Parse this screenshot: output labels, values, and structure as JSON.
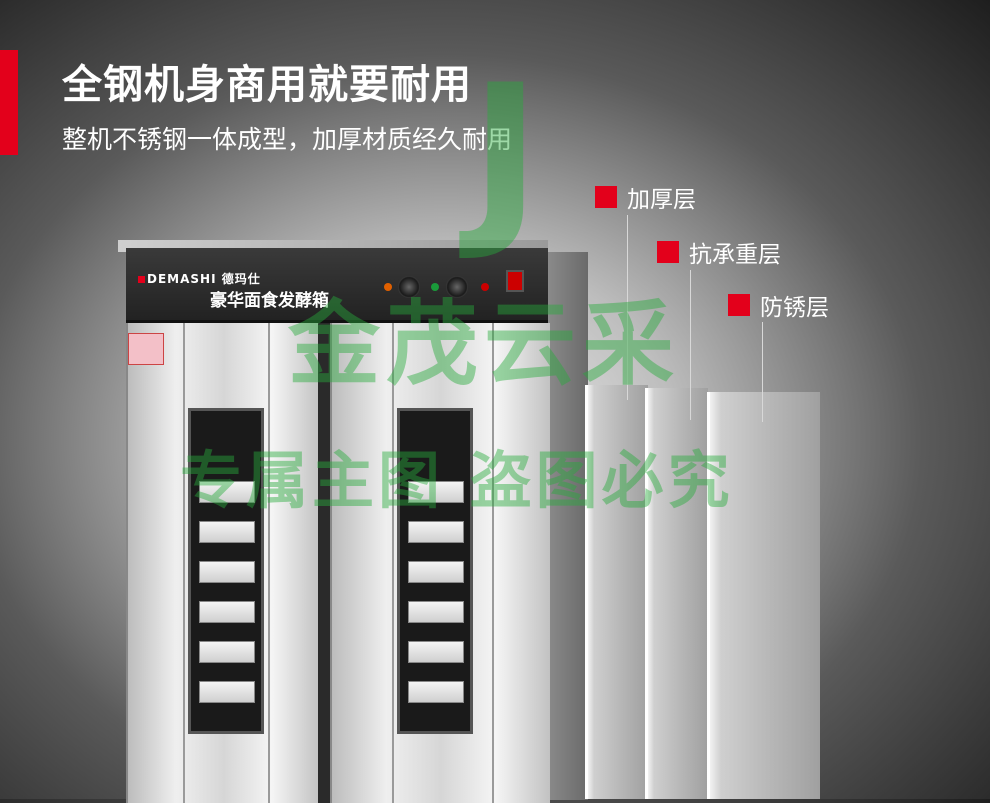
{
  "headline": "全钢机身商用就要耐用",
  "subline": "整机不锈钢一体成型，加厚材质经久耐用",
  "layers": [
    {
      "label": "加厚层"
    },
    {
      "label": "抗承重层"
    },
    {
      "label": "防锈层"
    }
  ],
  "cabinet": {
    "brand": "DEMASHI 德玛仕",
    "model": "豪华面食发酵箱",
    "tray_count_per_window": 6
  },
  "watermark": {
    "logo": "J",
    "line1": "金茂云采",
    "line2": "专属主图 盗图必究"
  },
  "colors": {
    "accent": "#e3001b",
    "text": "#ffffff",
    "watermark": "#28aa3c"
  }
}
